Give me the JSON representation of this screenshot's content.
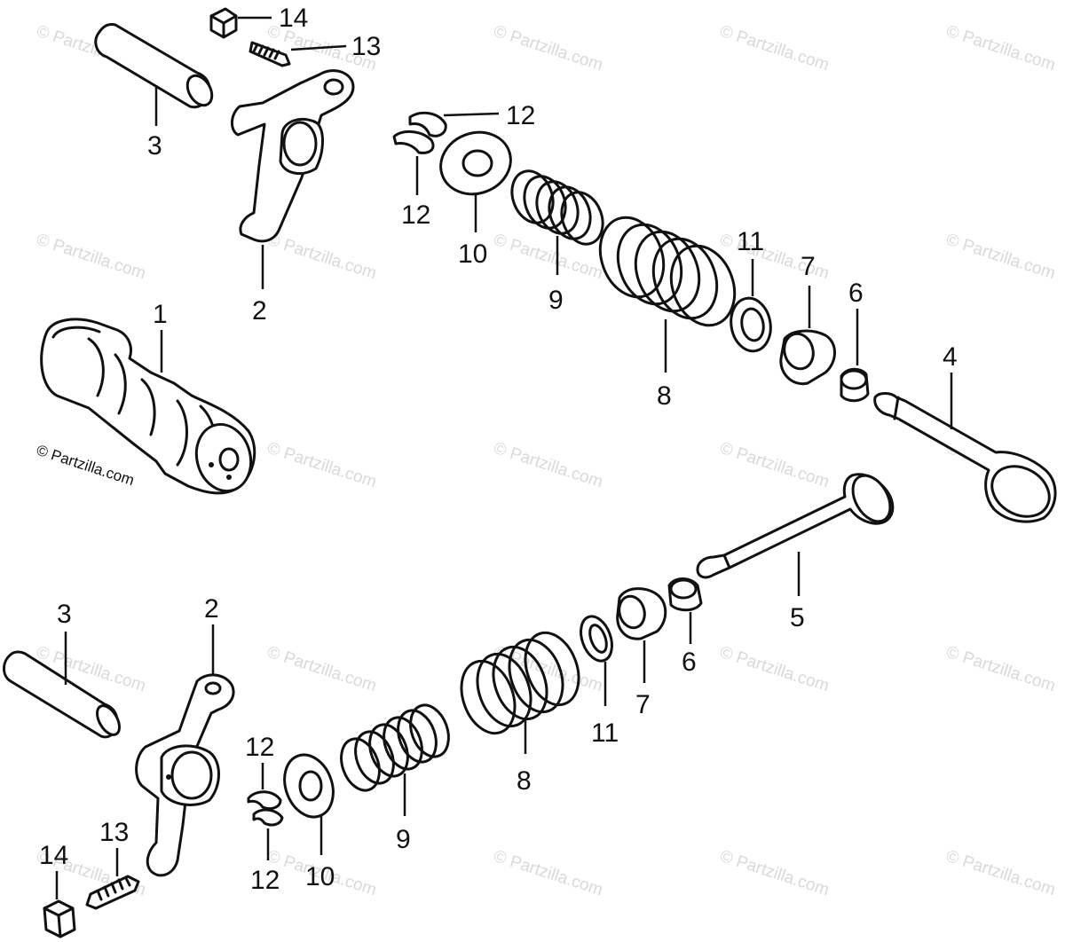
{
  "watermark": "© Partzilla.com",
  "copyright": "© Partzilla.com",
  "part_labels": {
    "camshaft": "1",
    "rocker_arm_top": "2",
    "rocker_arm_bottom": "2",
    "rocker_shaft_top": "3",
    "rocker_shaft_bottom": "3",
    "valve_top": "4",
    "valve_bottom": "5",
    "seal_top": "6",
    "seal_bottom": "6",
    "seat_top": "7",
    "seat_bottom": "7",
    "outer_spring_top": "8",
    "outer_spring_bottom": "8",
    "inner_spring_top": "9",
    "inner_spring_bottom": "9",
    "retainer_top": "10",
    "retainer_bottom": "10",
    "washer_top": "11",
    "washer_bottom": "11",
    "cotter_top_a": "12",
    "cotter_top_b": "12",
    "cotter_bottom_a": "12",
    "cotter_bottom_b": "12",
    "adjuster_top": "13",
    "adjuster_bottom": "13",
    "nut_top": "14",
    "nut_bottom": "14"
  }
}
